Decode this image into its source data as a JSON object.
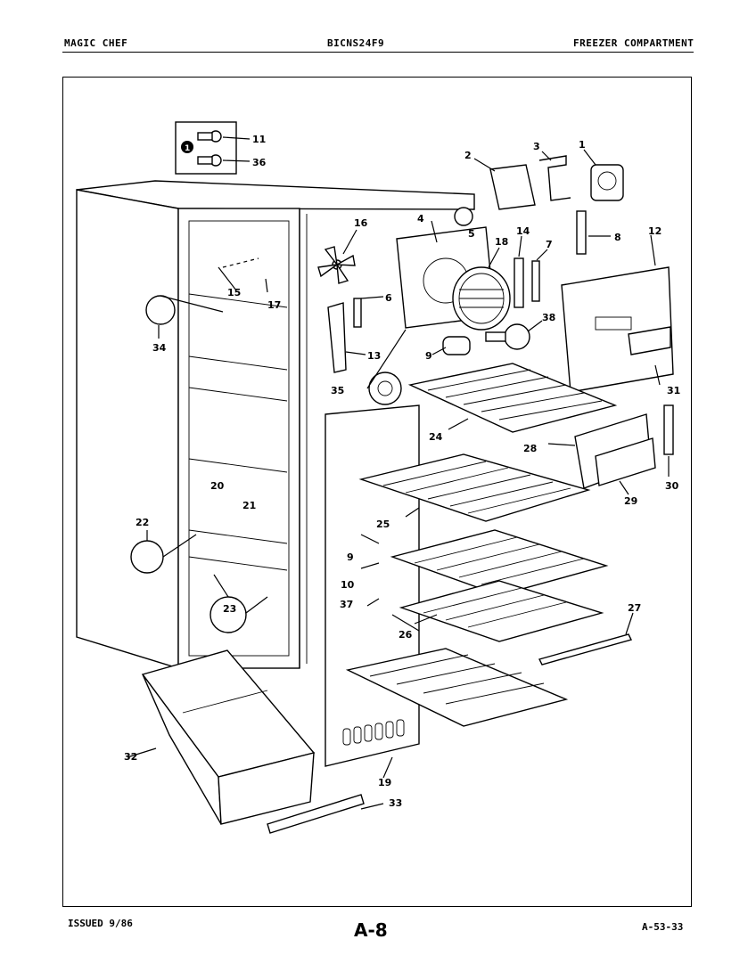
{
  "header": {
    "brand": "MAGIC CHEF",
    "model": "BICNS24F9",
    "section": "FREEZER COMPARTMENT"
  },
  "footer": {
    "issued": "ISSUED 9/86",
    "page": "A-8",
    "code": "A-53-33"
  },
  "callouts": {
    "n1": "1",
    "n2": "2",
    "n3": "3",
    "n4": "4",
    "n5": "5",
    "n6": "6",
    "n7": "7",
    "n8": "8",
    "n9a": "9",
    "n9b": "9",
    "n10": "10",
    "n11": "11",
    "n12": "12",
    "n13": "13",
    "n14": "14",
    "n15": "15",
    "n16": "16",
    "n17": "17",
    "n18": "18",
    "n19": "19",
    "n20": "20",
    "n21": "21",
    "n22": "22",
    "n23": "23",
    "n24": "24",
    "n25": "25",
    "n26": "26",
    "n27": "27",
    "n28": "28",
    "n29": "29",
    "n30": "30",
    "n31": "31",
    "n32": "32",
    "n33": "33",
    "n34": "34",
    "n35": "35",
    "n36": "36",
    "n37": "37",
    "n38": "38",
    "inset_badge": "1"
  }
}
